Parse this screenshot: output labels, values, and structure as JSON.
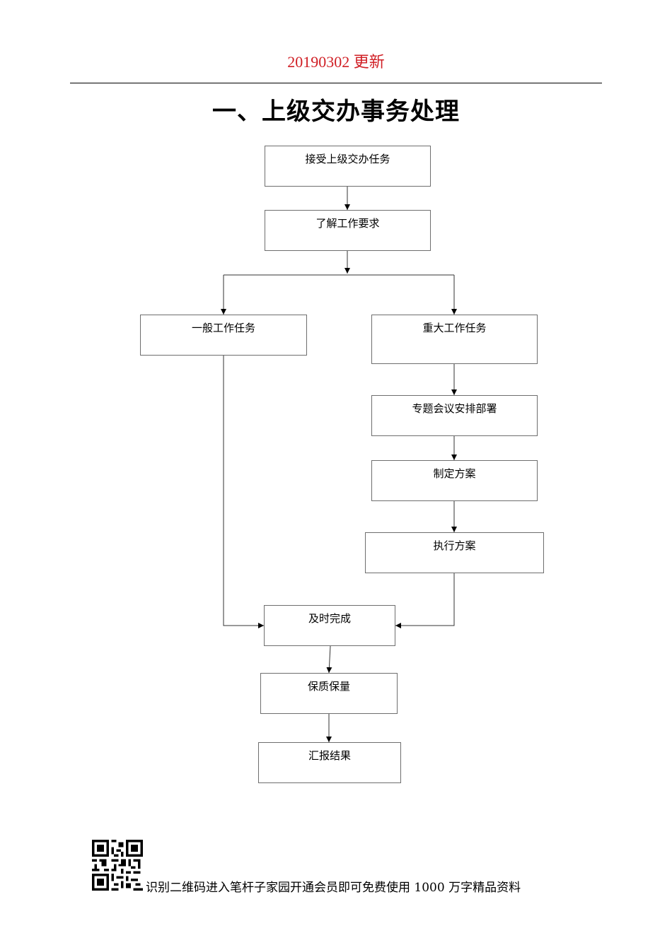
{
  "header": {
    "date_label": "20190302 更新",
    "date_color": "#d01f25"
  },
  "title": "一、上级交办事务处理",
  "flowchart": {
    "nodes": {
      "receive": "接受上级交办任务",
      "understand": "了解工作要求",
      "general": "一般工作任务",
      "major": "重大工作任务",
      "meeting": "专题会议安排部署",
      "plan": "制定方案",
      "execute": "执行方案",
      "complete": "及时完成",
      "quality": "保质保量",
      "report": "汇报结果"
    },
    "edges": [
      [
        "receive",
        "understand"
      ],
      [
        "understand",
        "general"
      ],
      [
        "understand",
        "major"
      ],
      [
        "major",
        "meeting"
      ],
      [
        "meeting",
        "plan"
      ],
      [
        "plan",
        "execute"
      ],
      [
        "general",
        "complete"
      ],
      [
        "execute",
        "complete"
      ],
      [
        "complete",
        "quality"
      ],
      [
        "quality",
        "report"
      ]
    ]
  },
  "footer": {
    "text": "识别二维码进入笔杆子家园开通会员即可免费使用 1000 万字精品资料",
    "qr_icon": "qr-code-icon"
  }
}
